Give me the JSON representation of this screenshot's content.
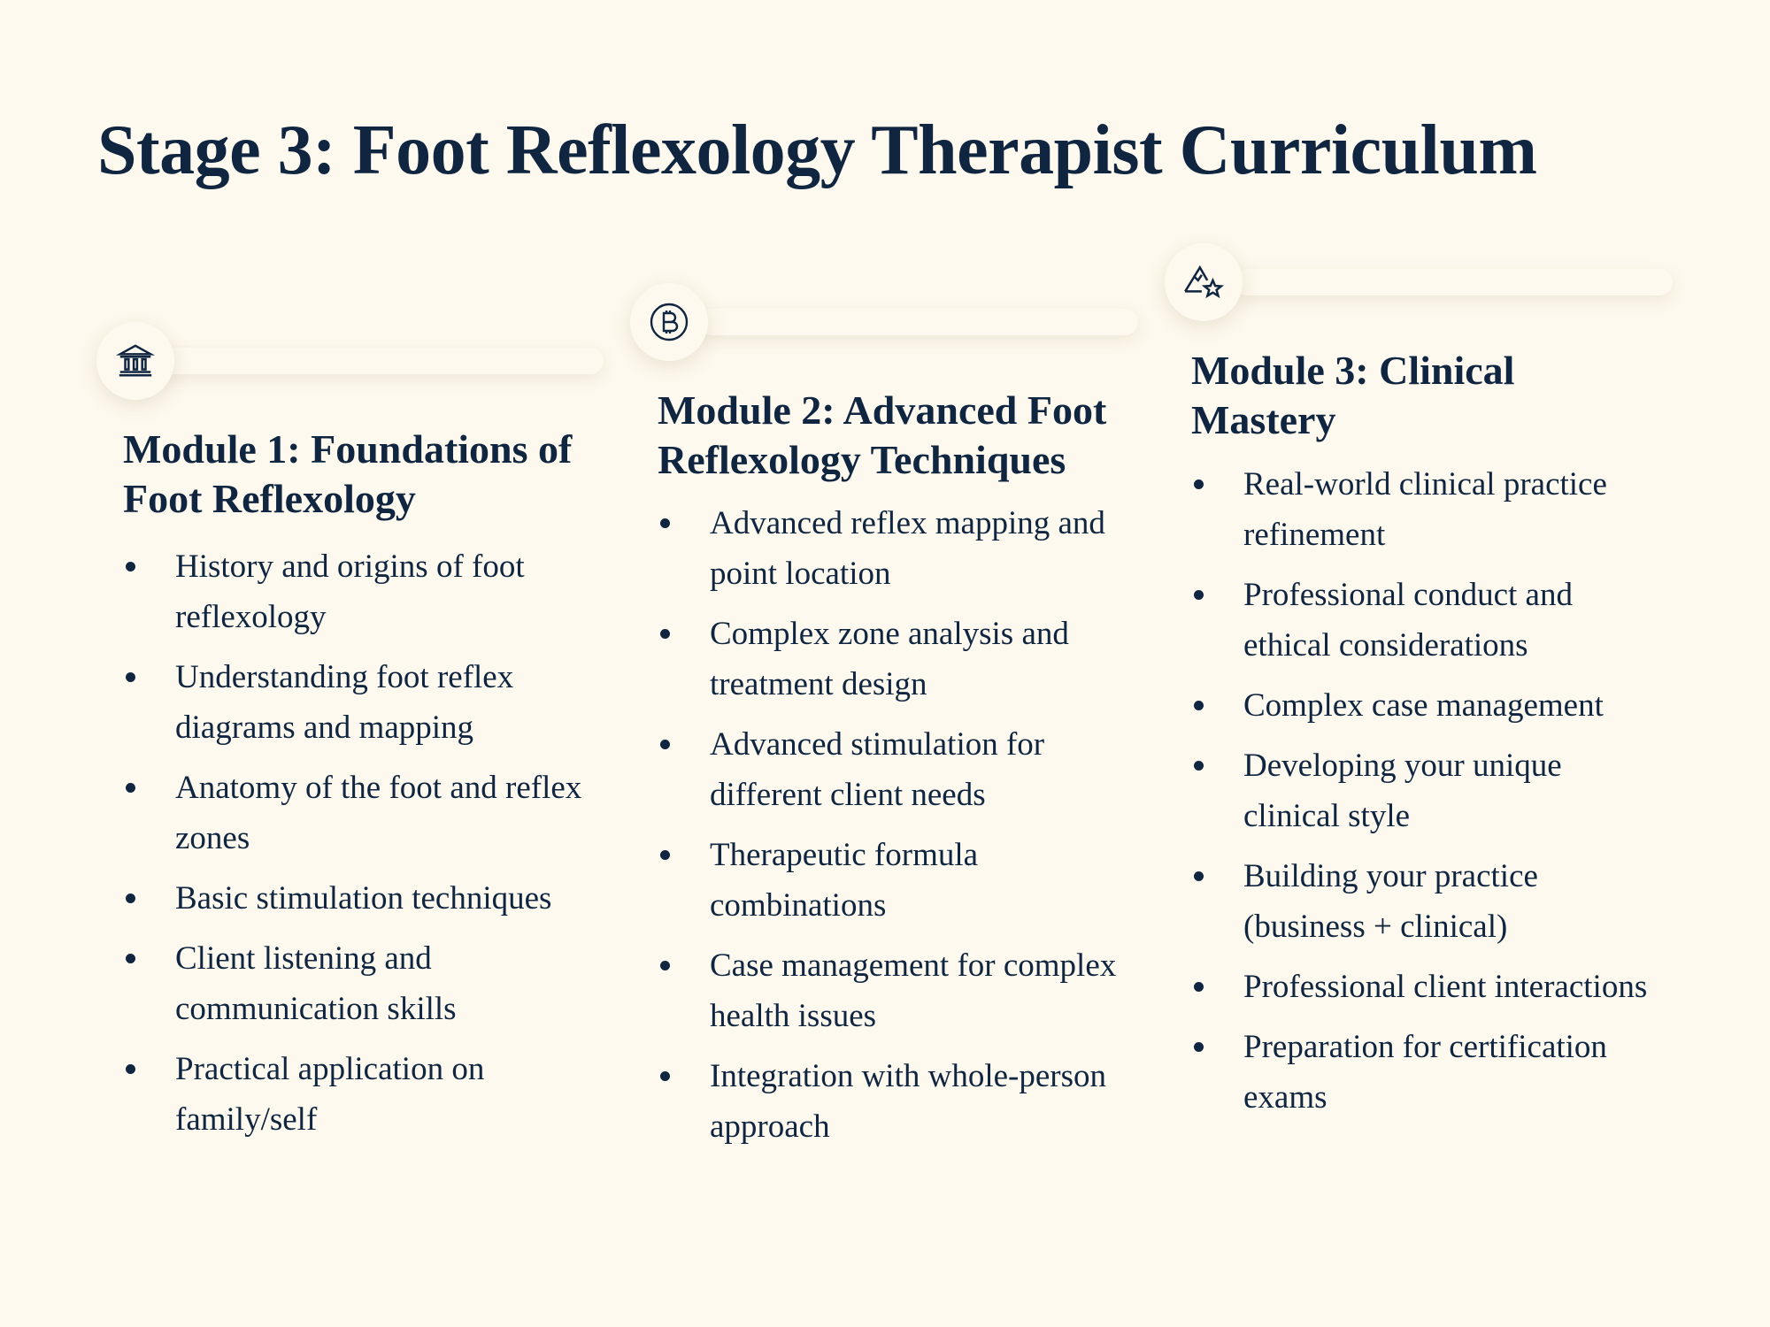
{
  "title": "Stage 3: Foot Reflexology Therapist Curriculum",
  "modules": [
    {
      "icon": "bank-icon",
      "heading": "Module 1: Foundations of Foot Reflexology",
      "items": [
        "History and origins of foot reflexology",
        "Understanding foot reflex diagrams and mapping",
        "Anatomy of the foot and reflex zones",
        "Basic stimulation techniques",
        "Client listening and communication skills",
        "Practical application on family/self"
      ]
    },
    {
      "icon": "bitcoin-icon",
      "heading": "Module 2: Advanced Foot Reflexology Techniques",
      "items": [
        "Advanced reflex mapping and point location",
        "Complex zone analysis and treatment design",
        "Advanced stimulation for different client needs",
        "Therapeutic formula combinations",
        "Case management for complex health issues",
        "Integration with whole-person approach"
      ]
    },
    {
      "icon": "mountain-star-icon",
      "heading": "Module 3: Clinical Mastery",
      "items": [
        "Real-world clinical practice refinement",
        "Professional conduct and ethical considerations",
        "Complex case management",
        "Developing your unique clinical style",
        "Building your practice (business + clinical)",
        "Professional client interactions",
        "Preparation for certification exams"
      ]
    }
  ]
}
